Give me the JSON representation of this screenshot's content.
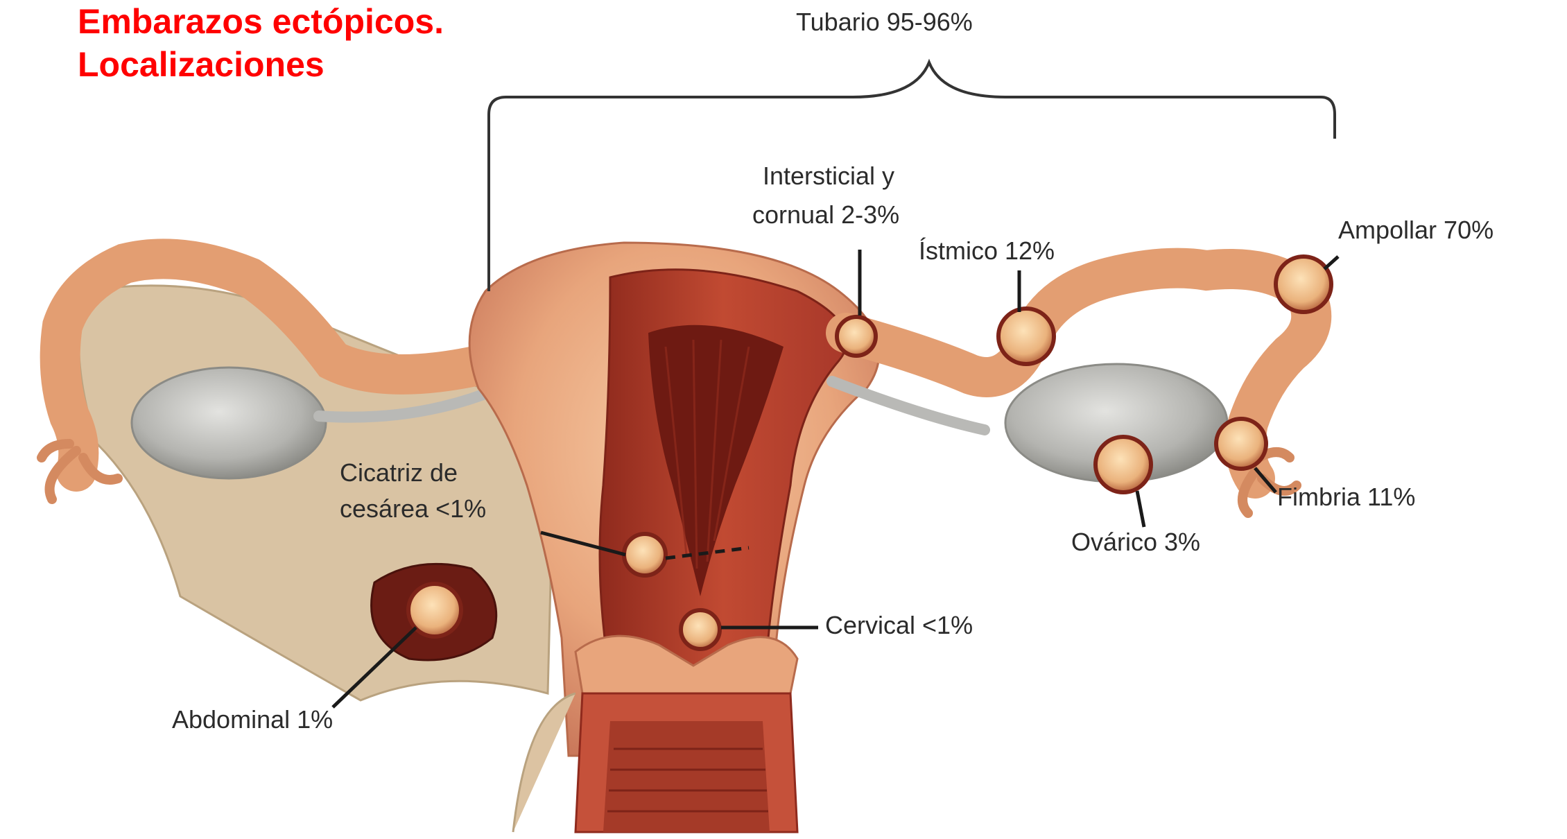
{
  "title": {
    "line1": "Embarazos ectópicos.",
    "line2": "Localizaciones"
  },
  "labels": {
    "tubario": "Tubario 95-96%",
    "intersticial_line1": "Intersticial y",
    "intersticial_line2": "cornual 2-3%",
    "istmico": "Ístmico 12%",
    "ampollar": "Ampollar 70%",
    "fimbria": "Fimbria 11%",
    "ovarico": "Ovárico 3%",
    "cicatriz_line1": "Cicatriz de",
    "cicatriz_line2": "cesárea <1%",
    "cervical": "Cervical <1%",
    "abdominal": "Abdominal 1%"
  },
  "colors": {
    "title": "#ff0000",
    "tissue": "#e8a57c",
    "muscle": "#b8412e",
    "ovary": "#b9b9b6",
    "ligament": "#d9c3a3",
    "sac": "#f2c48d"
  }
}
